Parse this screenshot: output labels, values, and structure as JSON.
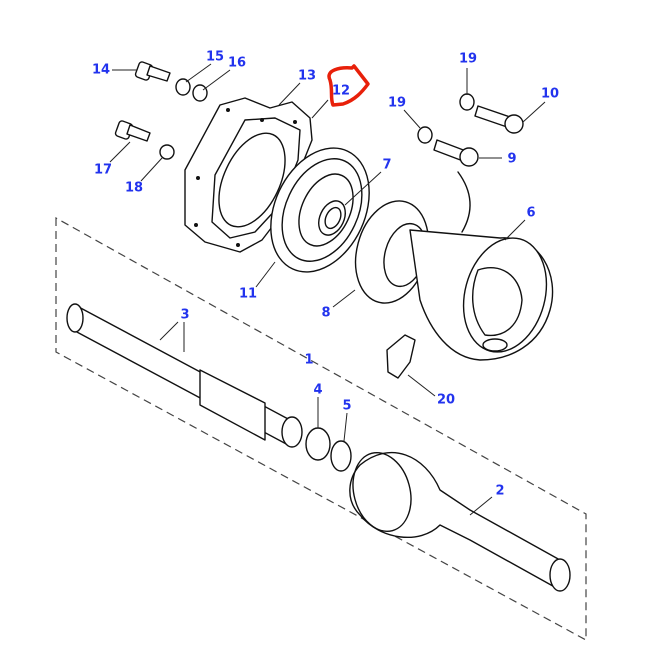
{
  "diagram": {
    "type": "exploded-parts-view",
    "labels": [
      "14",
      "15",
      "16",
      "13",
      "12",
      "19",
      "10",
      "19",
      "9",
      "17",
      "18",
      "7",
      "6",
      "11",
      "8",
      "3",
      "1",
      "4",
      "5",
      "20",
      "2"
    ],
    "highlighted_part": "12",
    "colors": {
      "label": "#2233ee",
      "highlight": "#e8200a",
      "line": "#111111"
    }
  }
}
